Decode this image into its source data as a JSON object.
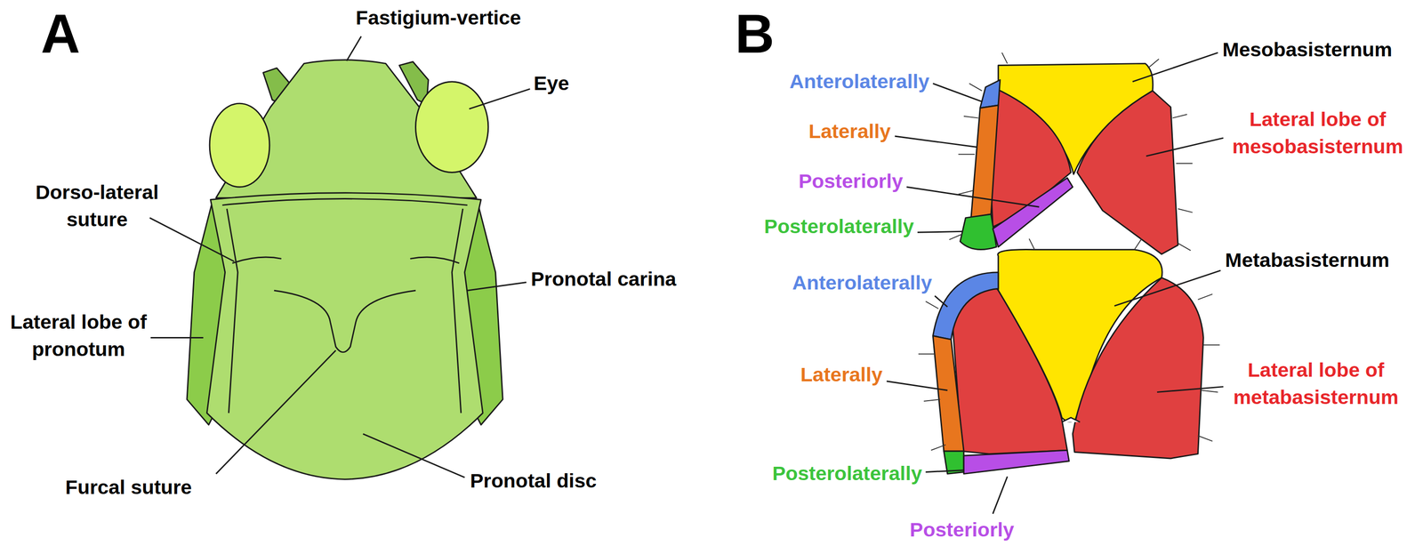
{
  "diagram": {
    "labels": [
      "A",
      "Fastigium-vertice",
      "Eye",
      "Dorso-lateral suture",
      "Pronotal carina",
      "Lateral lobe of pronotum",
      "Furcal suture",
      "Pronotal disc",
      "B",
      "Anterolaterally",
      "Mesobasisternum",
      "Laterally",
      "Lateral lobe of mesobasisternum",
      "Posteriorly",
      "Posterolaterally",
      "Anterolaterally",
      "Metabasisternum",
      "Laterally",
      "Lateral lobe of metabasisternum",
      "Posterolaterally",
      "Posteriorly"
    ]
  }
}
